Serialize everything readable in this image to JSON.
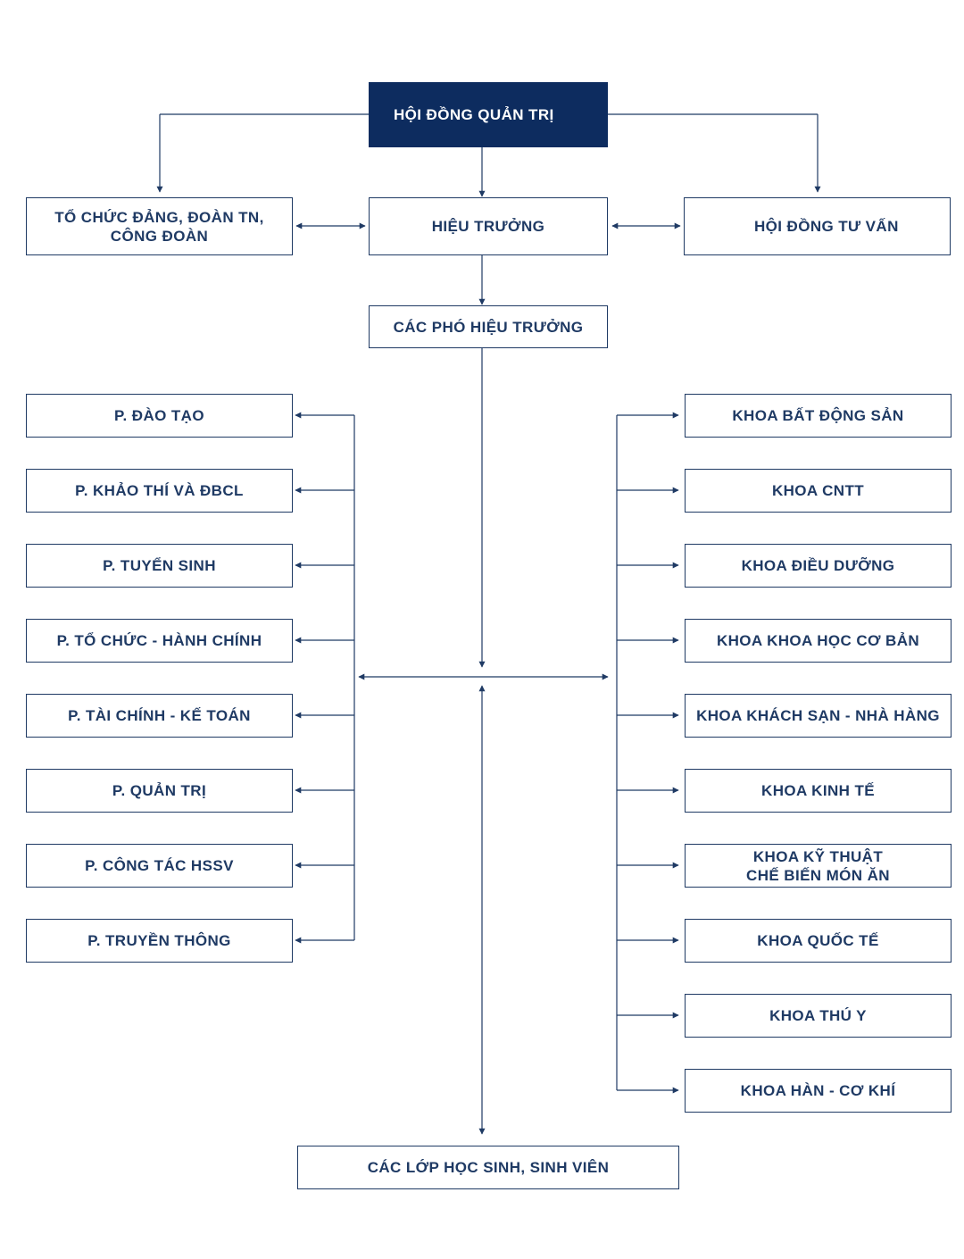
{
  "colors": {
    "primary": "#0d2c5f",
    "line": "#1f3a64",
    "node_fill": "#ffffff",
    "top_text": "#ffffff"
  },
  "chart": {
    "top": "HỘI ĐỒNG QUẢN TRỊ",
    "party_union": "TỔ CHỨC ĐẢNG, ĐOÀN TN,\nCÔNG ĐOÀN",
    "principal": "HIỆU TRƯỞNG",
    "advisory_council": "HỘI ĐỒNG TƯ VẤN",
    "vice_principals": "CÁC PHÓ HIỆU TRƯỞNG",
    "departments": [
      "P. ĐÀO TẠO",
      "P. KHẢO THÍ VÀ ĐBCL",
      "P. TUYỂN SINH",
      "P. TỔ CHỨC - HÀNH CHÍNH",
      "P. TÀI CHÍNH - KẾ TOÁN",
      "P. QUẢN TRỊ",
      "P. CÔNG TÁC HSSV",
      "P. TRUYỀN THÔNG"
    ],
    "faculties": [
      "KHOA BẤT ĐỘNG SẢN",
      "KHOA CNTT",
      "KHOA ĐIỀU DƯỠNG",
      "KHOA KHOA HỌC CƠ BẢN",
      "KHOA KHÁCH SẠN - NHÀ HÀNG",
      "KHOA KINH TẾ",
      "KHOA KỸ THUẬT\nCHẾ BIẾN MÓN ĂN",
      "KHOA QUỐC TẾ",
      "KHOA THÚ Y",
      "KHOA HÀN - CƠ KHÍ"
    ],
    "students": "CÁC LỚP HỌC SINH, SINH VIÊN"
  }
}
